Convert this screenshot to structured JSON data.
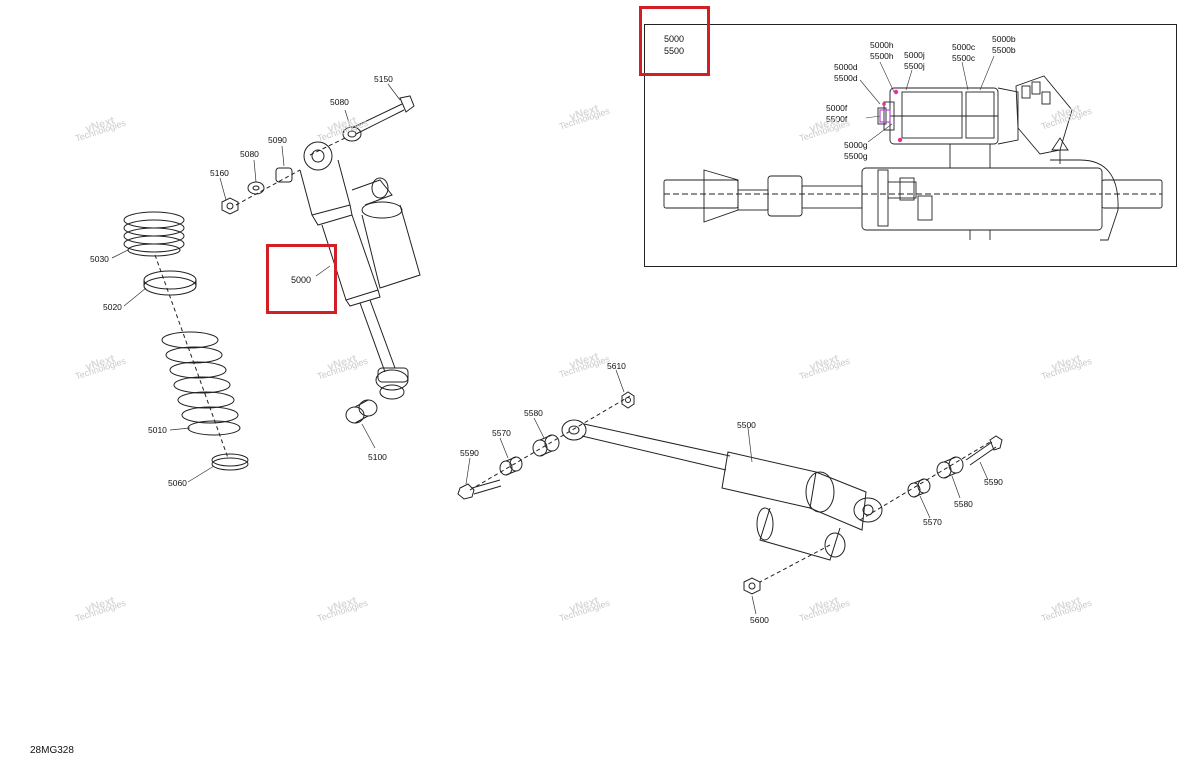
{
  "figure_code": "28MG328",
  "watermark": {
    "line1": "vNext",
    "line2": "Technologies"
  },
  "callouts": {
    "main": [
      "5000"
    ],
    "detail": [
      "5000",
      "5500"
    ]
  },
  "part_labels": {
    "p5150": "5150",
    "p5080a": "5080",
    "p5090": "5090",
    "p5080b": "5080",
    "p5160": "5160",
    "p5030": "5030",
    "p5020": "5020",
    "p5010": "5010",
    "p5060": "5060",
    "p5100": "5100",
    "p5610": "5610",
    "p5580a": "5580",
    "p5570a": "5570",
    "p5590a": "5590",
    "p5500": "5500",
    "p5590b": "5590",
    "p5580b": "5580",
    "p5570b": "5570",
    "p5600": "5600"
  },
  "detail_labels": {
    "d5000h": "5000h",
    "d5500h": "5500h",
    "d5000j": "5000j",
    "d5500j": "5500j",
    "d5000c": "5000c",
    "d5500c": "5500c",
    "d5000b": "5000b",
    "d5500b": "5500b",
    "d5000d": "5000d",
    "d5500d": "5500d",
    "d5000f": "5000f",
    "d5500f": "5500f",
    "d5000g": "5000g",
    "d5500g": "5500g"
  },
  "colors": {
    "callout_red": "#d11f26",
    "marker_magenta": "#e0339a",
    "line": "#222222",
    "watermark": "#c9c9c9"
  }
}
